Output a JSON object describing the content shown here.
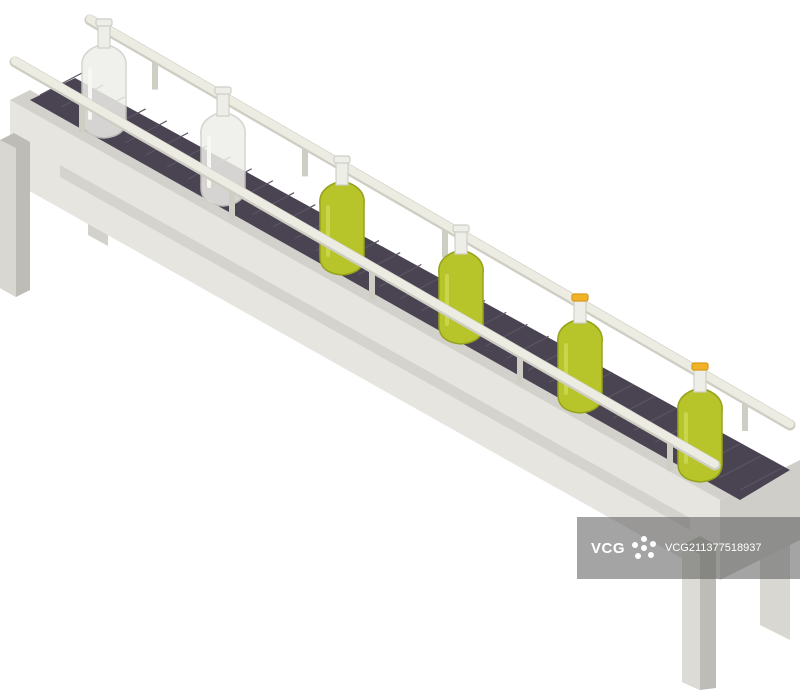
{
  "watermark": {
    "logo": "VCG",
    "id": "VCG21137751893​7"
  },
  "colors": {
    "frame_light": "#e6e5e0",
    "frame_mid": "#d2d1cc",
    "frame_dark": "#bdbcb7",
    "belt": "#4a4452",
    "belt_line": "#5b5563",
    "rail": "#edece2",
    "rail_edge": "#cfcec4",
    "glass": "#eeeee9",
    "glass_edge": "#cfcfc8",
    "liquid": "#b7c42a",
    "liquid_dark": "#97a31d",
    "cap": "#f2b227"
  },
  "bottles": [
    {
      "fill": "empty",
      "capped": false
    },
    {
      "fill": "empty",
      "capped": false
    },
    {
      "fill": "full",
      "capped": false
    },
    {
      "fill": "full",
      "capped": false
    },
    {
      "fill": "full",
      "capped": true
    },
    {
      "fill": "full",
      "capped": true
    }
  ]
}
